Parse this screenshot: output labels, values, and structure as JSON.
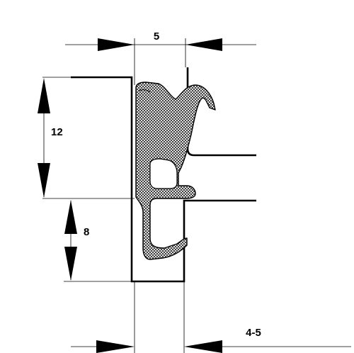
{
  "diagram": {
    "dimensions": {
      "top_gap": "5",
      "upper_height": "12",
      "lower_height": "8",
      "bottom_gap": "4-5"
    },
    "colors": {
      "line": "#000000",
      "background": "#ffffff",
      "hatch": "#000000"
    }
  }
}
